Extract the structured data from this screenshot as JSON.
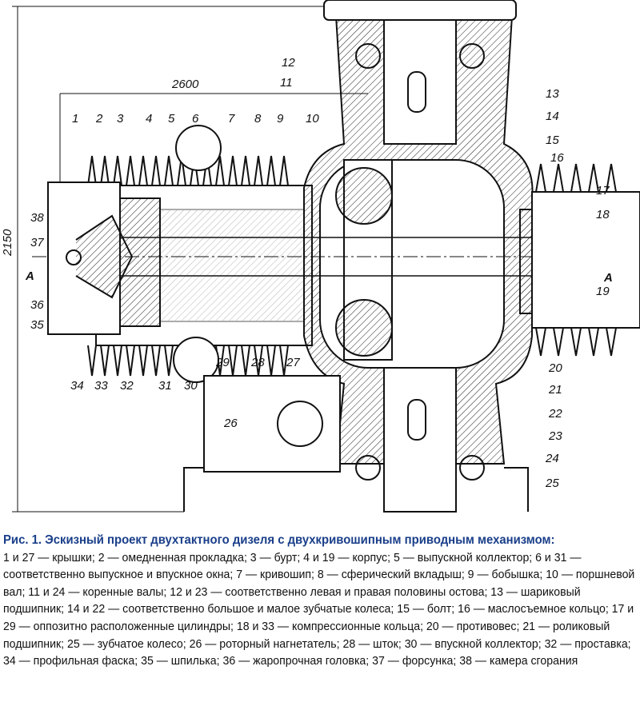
{
  "figure": {
    "dimensions": {
      "horizontal": "2600",
      "vertical": "2150"
    },
    "section_marker": "A",
    "part_labels": [
      "1",
      "2",
      "3",
      "4",
      "5",
      "6",
      "7",
      "8",
      "9",
      "10",
      "11",
      "12",
      "13",
      "14",
      "15",
      "16",
      "17",
      "18",
      "19",
      "20",
      "21",
      "22",
      "23",
      "24",
      "25",
      "26",
      "27",
      "28",
      "29",
      "30",
      "31",
      "32",
      "33",
      "34",
      "35",
      "36",
      "37",
      "38"
    ]
  },
  "caption": {
    "title": "Рис. 1. Эскизный проект двухтактного дизеля с двухкривошипным приводным механизмом:",
    "legend": "1 и 27 — крышки; 2 — омедненная прокладка; 3 — бурт; 4 и 19 — корпус; 5 — выпускной коллектор; 6 и 31 — соответственно выпускное и впускное окна; 7 — кривошип; 8 — сферический вкладыш; 9 — бобышка; 10 — поршневой вал; 11 и 24 — коренные валы; 12 и 23 — соответственно левая и правая половины остова; 13 — шариковый подшипник; 14 и 22 — соответственно большое и малое зубчатые колеса; 15 — болт; 16 — маслосъемное кольцо; 17 и 29 — оппозитно расположенные цилиндры; 18 и 33 — компрессионные кольца; 20 — противовес; 21 — роликовый подшипник; 25 — зубчатое колесо; 26 — роторный нагнетатель; 28 — шток; 30 — впускной коллектор; 32 — проставка; 34 — профильная фаска; 35 — шпилька; 36 — жаропрочная головка; 37 — форсунка; 38 — камера сгорания"
  }
}
